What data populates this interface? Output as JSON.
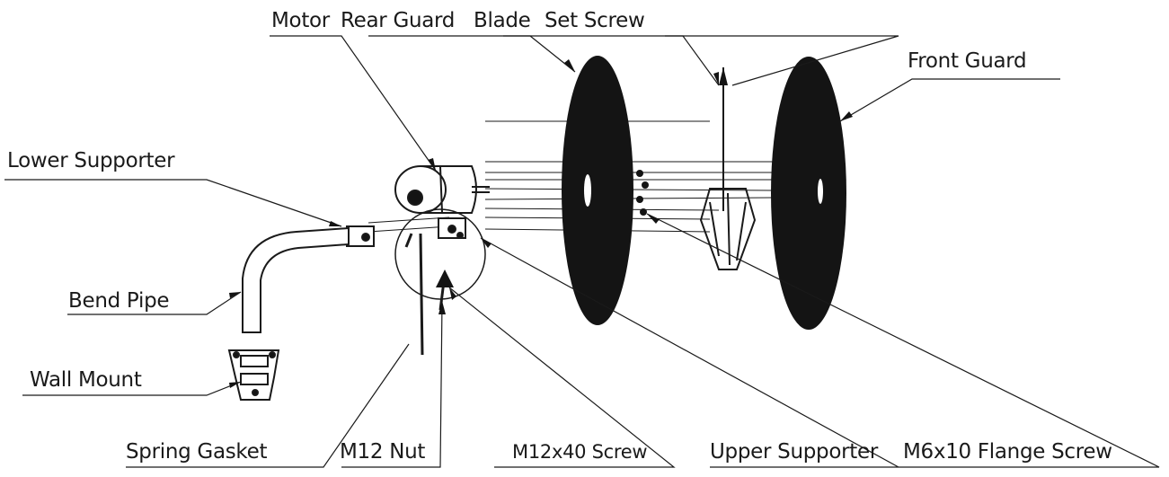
{
  "diagram": {
    "colors": {
      "ink": "#1a1a1a",
      "part_fill": "#141414",
      "background": "#ffffff"
    },
    "labels": {
      "motor": "Motor",
      "rear_guard": "Rear Guard",
      "blade": "Blade",
      "set_screw": "Set Screw",
      "front_guard": "Front Guard",
      "lower_supporter": "Lower Supporter",
      "bend_pipe": "Bend Pipe",
      "wall_mount": "Wall Mount",
      "spring_gasket": "Spring Gasket",
      "m12_nut": "M12 Nut",
      "m12x40_screw": "M12x40 Screw",
      "upper_supporter": "Upper Supporter",
      "m6x10_flange_screw": "M6x10 Flange Screw"
    }
  }
}
